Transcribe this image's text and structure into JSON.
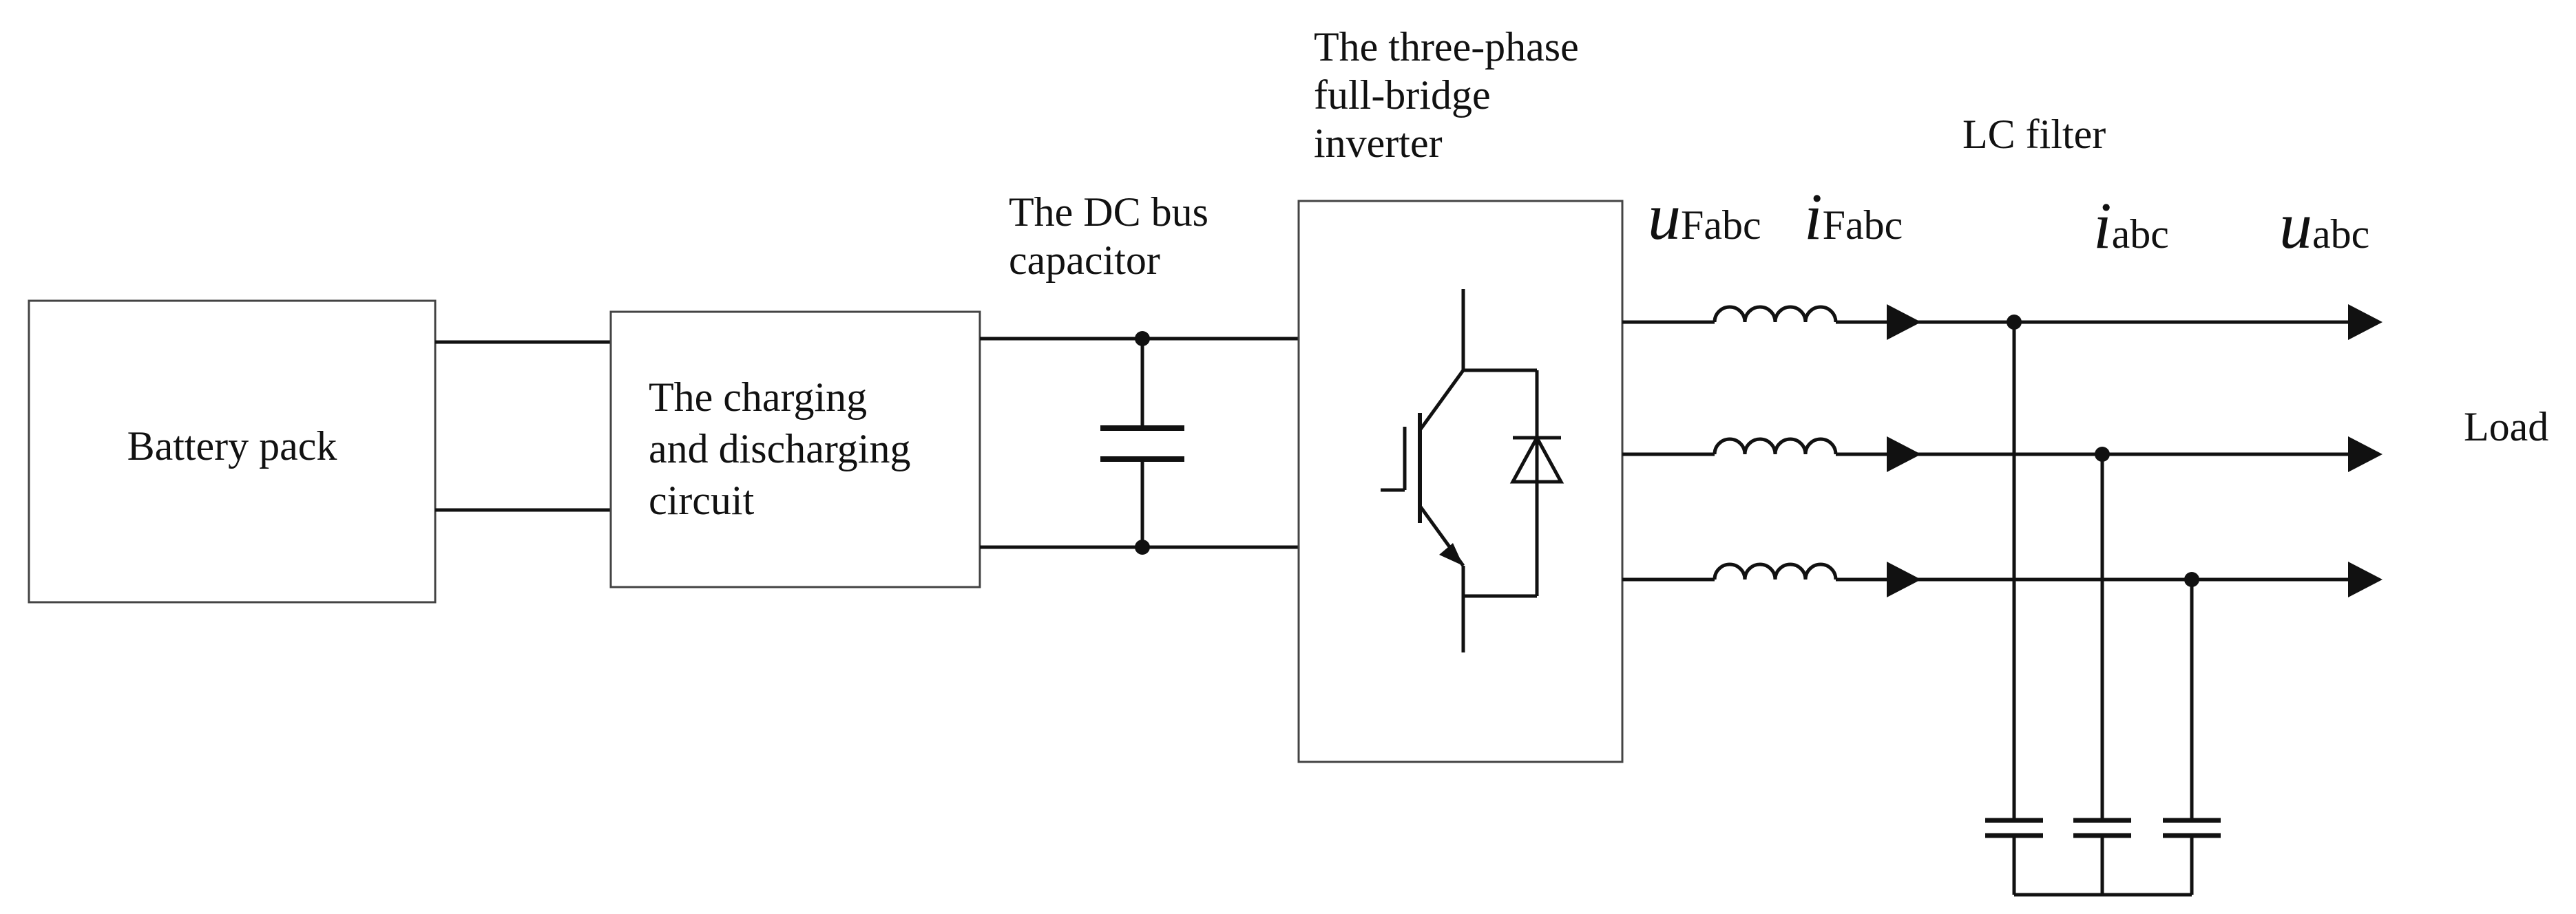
{
  "blocks": {
    "battery": "Battery pack",
    "charging_lines": [
      "The charging",
      "and discharging",
      "circuit"
    ],
    "dc_bus_lines": [
      "The DC bus",
      "capacitor"
    ],
    "inverter_lines": [
      "The three-phase",
      "full-bridge",
      "inverter"
    ],
    "lc_filter": "LC filter",
    "load": "Load"
  },
  "signals": {
    "u_fabc": {
      "main": "u",
      "sub": "Fabc"
    },
    "i_fabc": {
      "main": "i",
      "sub": "Fabc"
    },
    "i_abc": {
      "main": "i",
      "sub": "abc"
    },
    "u_abc": {
      "main": "u",
      "sub": "abc"
    }
  }
}
